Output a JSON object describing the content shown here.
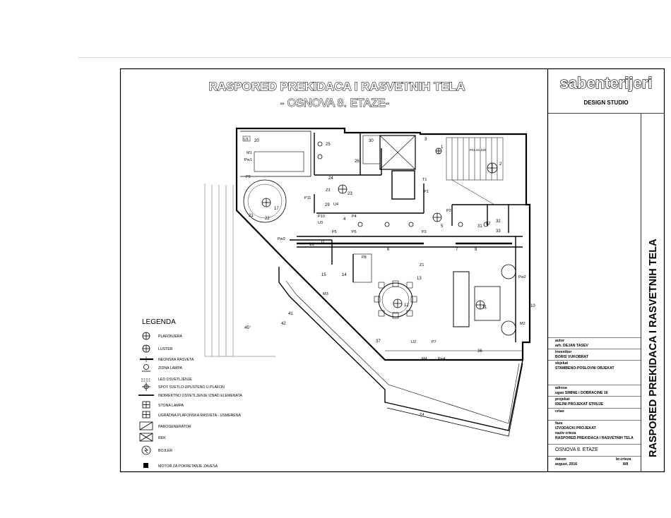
{
  "title": "RASPORED PREKIDACA I RASVETNIH TELA",
  "subtitle": "- OSNOVA 8. ETAZE-",
  "brand": {
    "name": "sabenterijeri",
    "tagline": "DESIGN STUDIO"
  },
  "side_title": "RASPORED PREKIDACA I RASVETNIH TELA",
  "legend": {
    "heading": "LEGENDA",
    "items": [
      "PLAFONJERA",
      "LUSTER",
      "NEONSKA RASVETA",
      "ZIDNA LAMPA",
      "LED OSVETLJENJE",
      "SPOT SVETLO-UPUSTENO U PLAFON",
      "INDIREKTNO OSVETLJENJE IZNAD ELEMENATA",
      "STONA LAMPA",
      "UGRADNA PLAFONSKA RASVETA - USMERENA",
      "PAROGENERATOR",
      "REK",
      "BOJLER",
      "MOTOR ZA POKRETANJE ZAVESA"
    ]
  },
  "title_block": [
    {
      "label": "autor",
      "value": "arh. DEJAN TASEV"
    },
    {
      "label": "investitor",
      "value": "BORIS VUKOBRAT"
    },
    {
      "label": "objekat",
      "value": "STAMBENO-POSLOVNI OBJEKAT"
    },
    {
      "label": "adresa",
      "value": "ugao SIMINE i DOBRACINE 16"
    },
    {
      "label": "projekat",
      "value": "IDEJNI PROJEKAT STRUJE"
    },
    {
      "label": "crtao",
      "value": ""
    },
    {
      "label": "faza",
      "value": "IZVODACKI PROJEKAT"
    },
    {
      "label": "naziv crteza",
      "value": "RASPORED PREKIDACA I RASVETNIH TELA"
    }
  ],
  "drawing_name": "OSNOVA 8. ETAZE",
  "footer": {
    "date_label": "datum",
    "date": "avgust, 2016",
    "sheet_label": "br.crteza",
    "sheet": "8/8"
  },
  "plan_labels": {
    "circles": [
      "1",
      "2",
      "3",
      "11",
      "12",
      "17",
      "22",
      "23",
      "24",
      "25",
      "26",
      "29",
      "30",
      "31",
      "32",
      "33",
      "20",
      "5",
      "6",
      "7",
      "8",
      "10",
      "37",
      "36",
      "41",
      "42",
      "15",
      "16",
      "4",
      "21",
      "14",
      "13"
    ],
    "switches": [
      "U1",
      "M1",
      "Pw1",
      "U2",
      "U3",
      "U4",
      "P11",
      "P10",
      "P9",
      "P8",
      "P7",
      "P6",
      "P5",
      "P4",
      "P3",
      "P2",
      "P1",
      "T1",
      "Z1",
      "Z2",
      "Z3",
      "Z4",
      "M2",
      "M3",
      "M4",
      "Pw2",
      "Pw3",
      "Pw4",
      "I1"
    ],
    "angle": "45°",
    "note": "P01.61.100"
  }
}
